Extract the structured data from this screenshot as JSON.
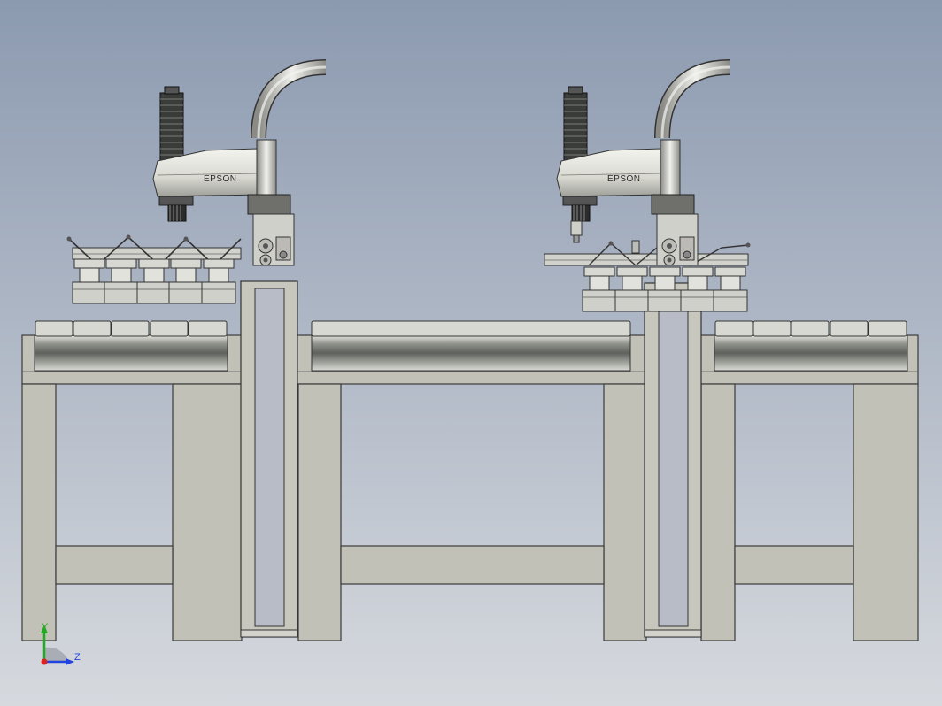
{
  "scene": {
    "colors": {
      "bg_top": "#8c9ab0",
      "bg_bottom": "#d6d9de",
      "frame": "#c2c1b8",
      "frame_stroke": "#3a3a3a",
      "roller_dark": "#6f716c",
      "roller_light": "#e4e4df"
    }
  },
  "robots": [
    {
      "brand": "EPSON"
    },
    {
      "brand": "EPSON"
    }
  ],
  "triad": {
    "y_label": "Y",
    "z_label": "Z",
    "colors": {
      "y": "#22aa22",
      "z": "#2244dd",
      "x": "#dd2222"
    }
  }
}
